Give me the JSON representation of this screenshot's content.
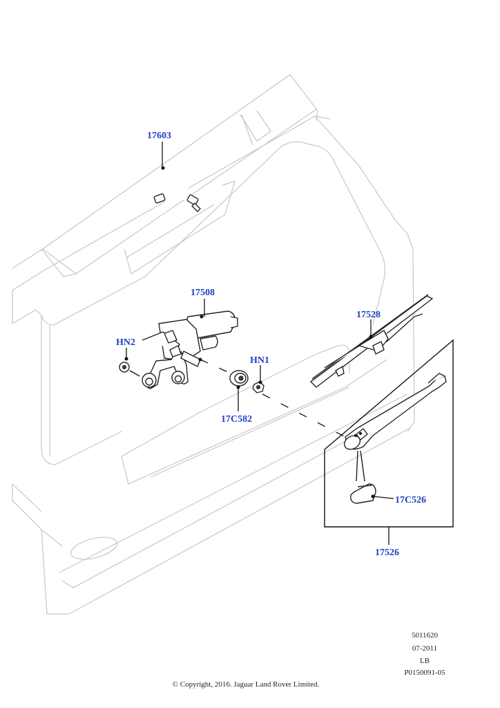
{
  "callouts": {
    "washer_hose": "17603",
    "wiper_motor": "17508",
    "nut_hn2": "HN2",
    "nut_hn1": "HN1",
    "grommet": "17C582",
    "wiper_blade": "17528",
    "arm_cap": "17C526",
    "wiper_arm_kit": "17526"
  },
  "meta": {
    "line1": "5011620",
    "line2": "07-2011",
    "line3": "LB",
    "line4": "P0150091-05"
  },
  "copyright": "© Copyright, 2016. Jaguar Land Rover Limited."
}
